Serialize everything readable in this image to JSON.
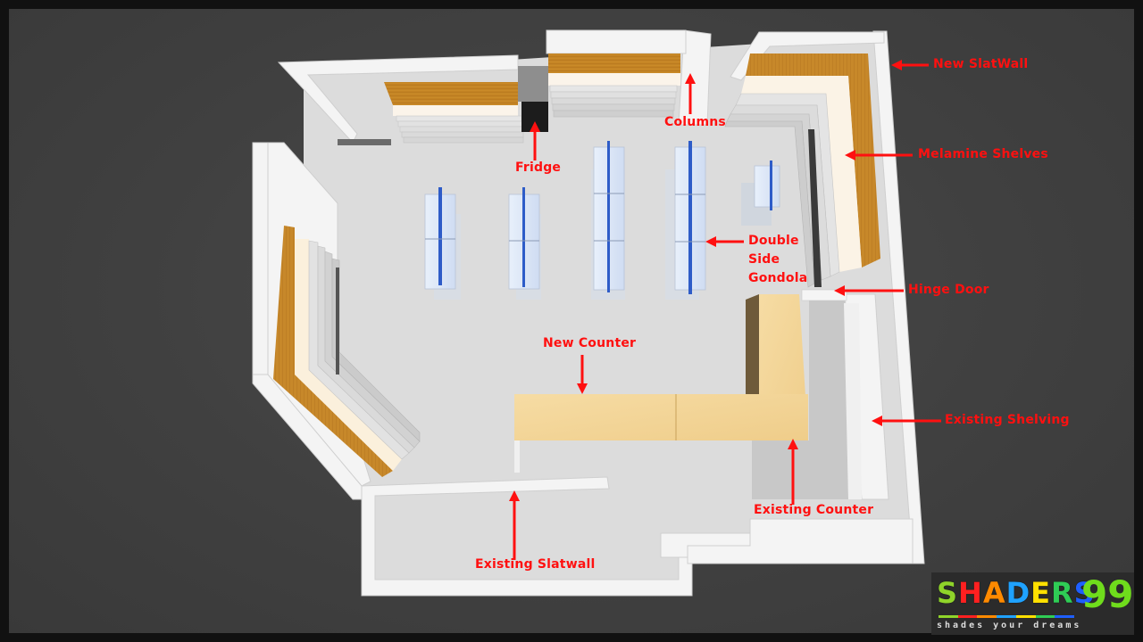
{
  "diagram": {
    "type": "3d-store-floor-plan",
    "colors": {
      "background": "#434343",
      "outer_border": "#111111",
      "walls": "#f2f2f2",
      "floor": "#d9d9d9",
      "slatwall_wood": "#c98a2a",
      "counter_top": "#f3d79b",
      "gondola_blue": "#2e5cc8",
      "annotation_red": "#ff1010"
    }
  },
  "labels": {
    "new_slatwall": "New SlatWall",
    "columns": "Columns",
    "fridge": "Fridge",
    "melamine_shelves": "Melamine Shelves",
    "double_side_gondola": [
      "Double",
      "Side",
      "Gondola"
    ],
    "hinge_door": "Hinge Door",
    "new_counter": "New Counter",
    "existing_shelving": "Existing Shelving",
    "existing_counter": "Existing Counter",
    "existing_slatwall": "Existing Slatwall"
  },
  "logo": {
    "word_letters": [
      "S",
      "H",
      "A",
      "D",
      "E",
      "R",
      "S"
    ],
    "word_colors": [
      "#8fd42a",
      "#ff2020",
      "#ff8a00",
      "#1fa2ff",
      "#ffe000",
      "#2fcc55",
      "#1e5fff"
    ],
    "number": "99",
    "tagline": "shades your dreams",
    "bar_colors": [
      "#8fd42a",
      "#ff2020",
      "#ff8a00",
      "#1fa2ff",
      "#ffe000",
      "#2fcc55",
      "#1e5fff"
    ]
  }
}
